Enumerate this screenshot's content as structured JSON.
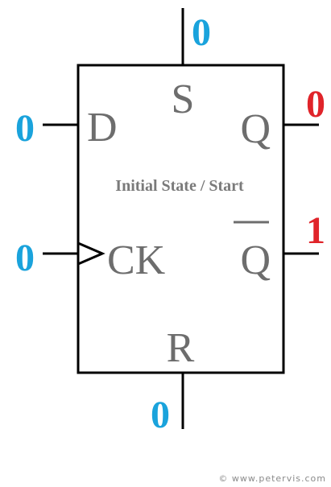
{
  "colors": {
    "input_state": "#1aa3dc",
    "output_state": "#e0242a",
    "pin_label": "#6d6d6d",
    "caption": "#7a7a7a",
    "outline": "#000000"
  },
  "flip_flop": {
    "caption": "Initial State / Start",
    "pins": {
      "set": "S",
      "data": "D",
      "q": "Q",
      "clock": "CK",
      "q_bar": "Q",
      "reset": "R"
    }
  },
  "states": {
    "set": "0",
    "data": "0",
    "clock": "0",
    "reset": "0",
    "q": "0",
    "q_bar": "1"
  },
  "footer": {
    "copyright": "© www.petervis.com"
  }
}
